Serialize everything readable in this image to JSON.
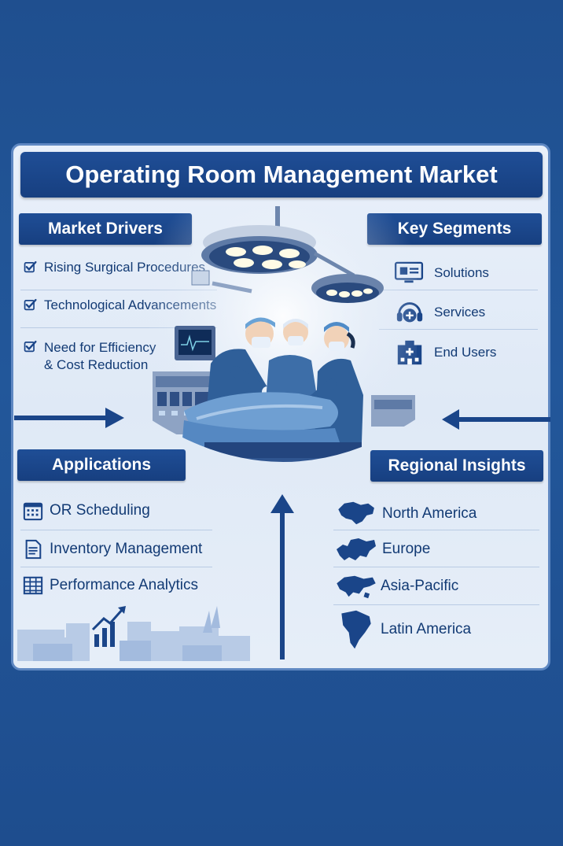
{
  "title": "Operating Room Management Market",
  "sections": {
    "market_drivers": {
      "heading": "Market Drivers",
      "items": [
        "Rising Surgical Procedures",
        "Technological Advancements",
        "Need for Efficiency",
        "& Cost Reduction"
      ]
    },
    "key_segments": {
      "heading": "Key Segments",
      "items": [
        "Solutions",
        "Services",
        "End Users"
      ]
    },
    "applications": {
      "heading": "Applications",
      "items": [
        "OR Scheduling",
        "Inventory Management",
        "Performance Analytics"
      ]
    },
    "regional_insights": {
      "heading": "Regional Insights",
      "items": [
        "North America",
        "Europe",
        "Asia-Pacific",
        "Latin America"
      ]
    }
  },
  "icons": {
    "drivers": "checkbox-icon",
    "solutions": "computer-monitor-icon",
    "services": "headset-icon",
    "end_users": "hospital-icon",
    "or_scheduling": "calendar-icon",
    "inventory": "document-icon",
    "analytics": "table-grid-icon"
  },
  "colors": {
    "background": "#1f4f8f",
    "header": "#1a4589",
    "panel": "#e6eef8",
    "text": "#123a74"
  }
}
